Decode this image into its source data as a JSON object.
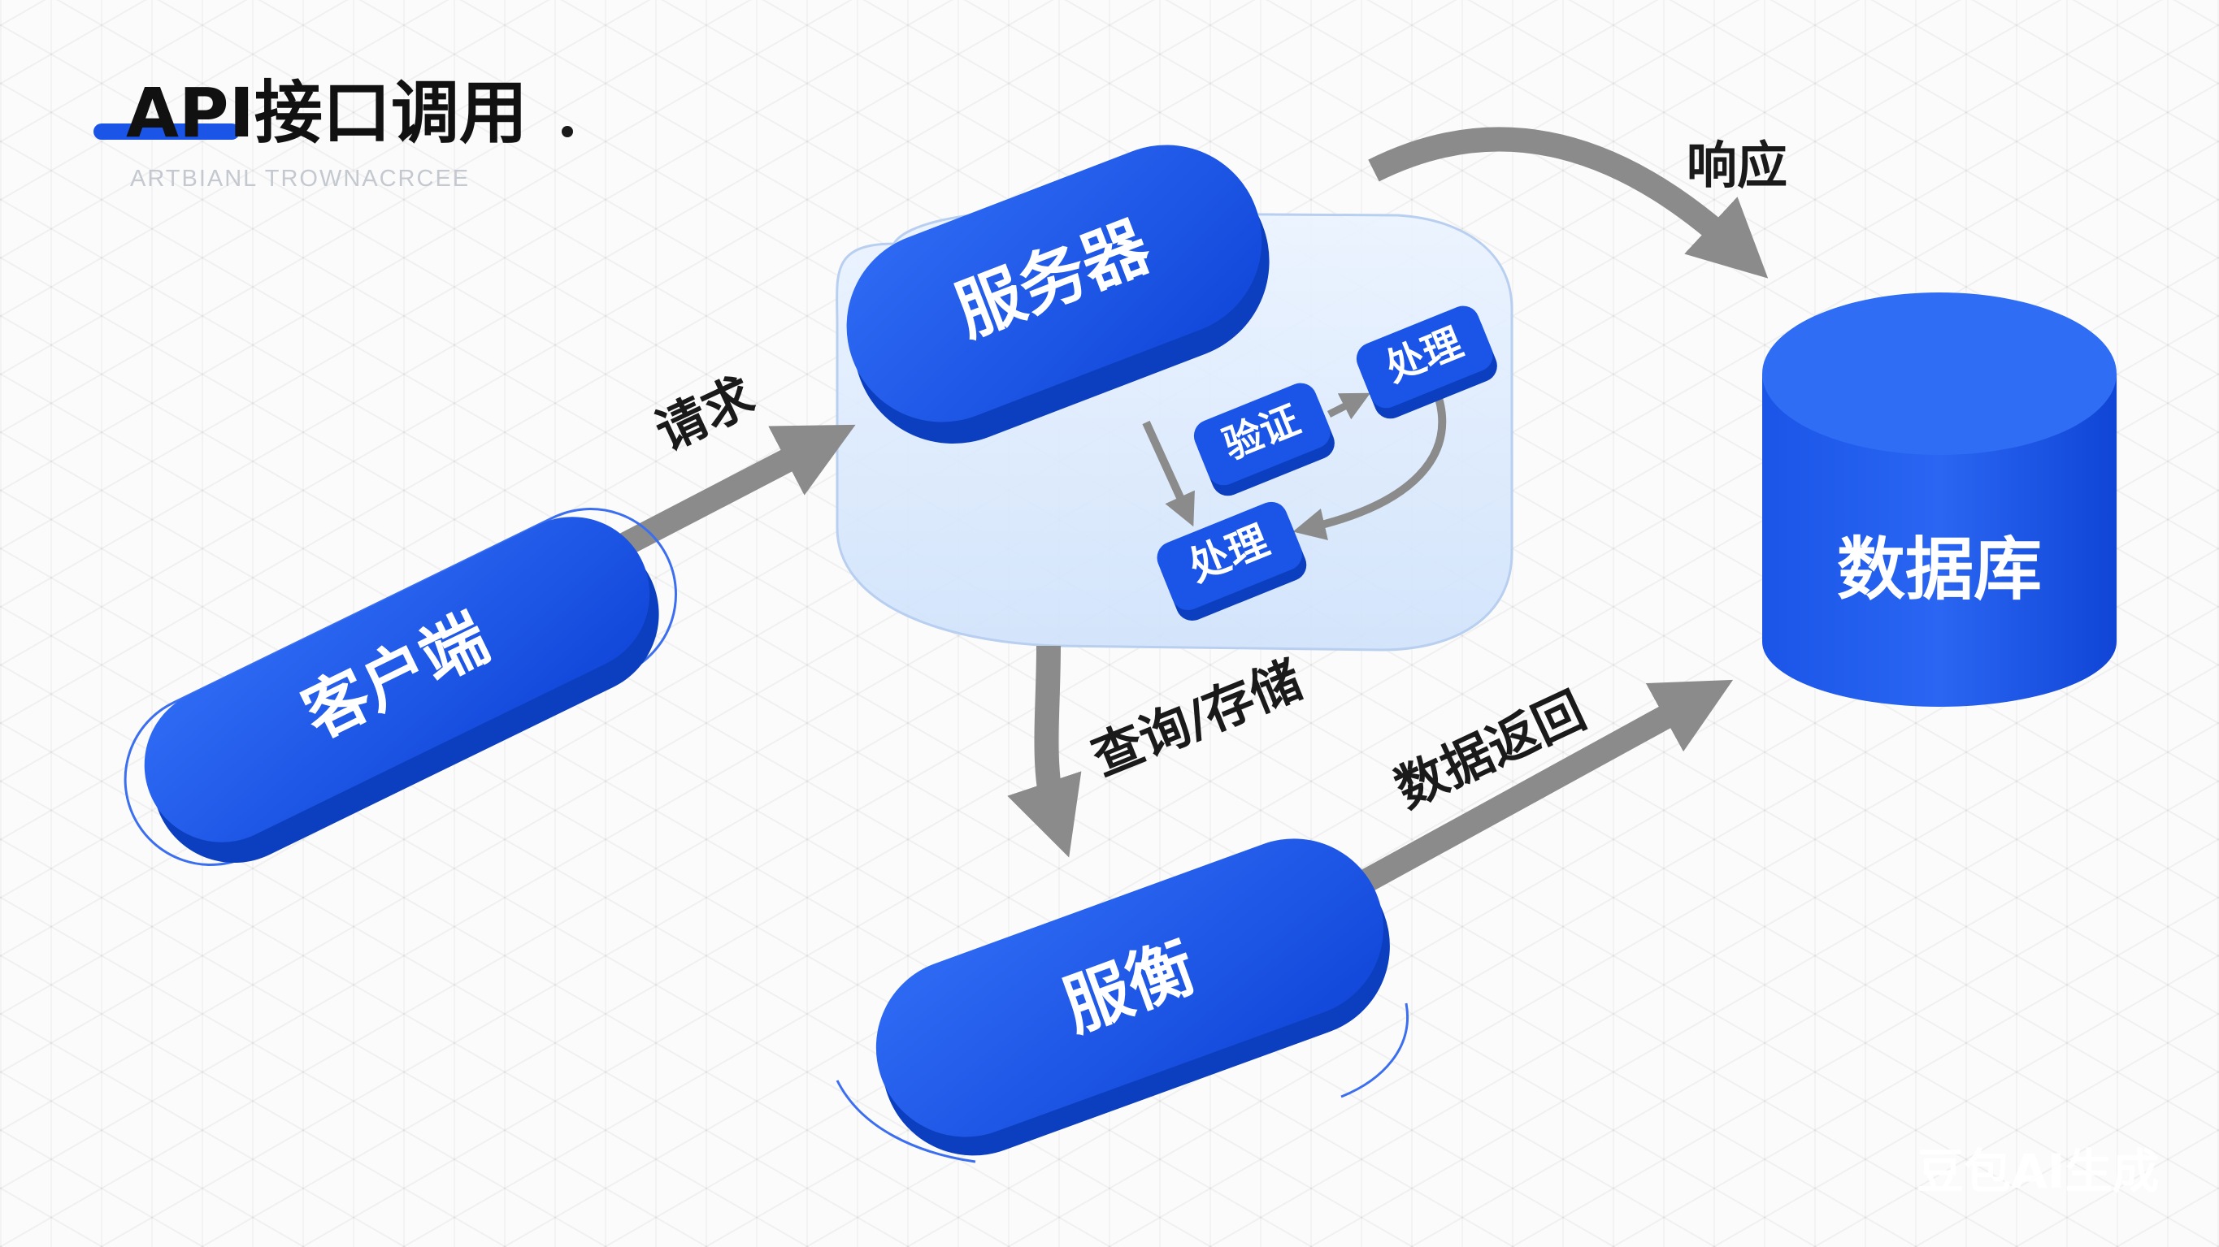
{
  "title": "API接口调用",
  "subtitle": "ARTBIANL TROWNACRCEE",
  "nodes": {
    "client": "客户端",
    "server": "服务器",
    "service": "服衡",
    "database": "数据库",
    "validate": "验证",
    "process_top": "处理",
    "process_bottom": "处理"
  },
  "edges": {
    "request": "请求",
    "response": "响应",
    "query_store": "查询/存储",
    "data_return": "数据返回"
  },
  "watermark": "豆包AI生成",
  "colors": {
    "node_fill": "#1a55e8",
    "node_side": "#0c3fbf",
    "arrow": "#8b8b8b",
    "server_box": "#dceafc"
  }
}
